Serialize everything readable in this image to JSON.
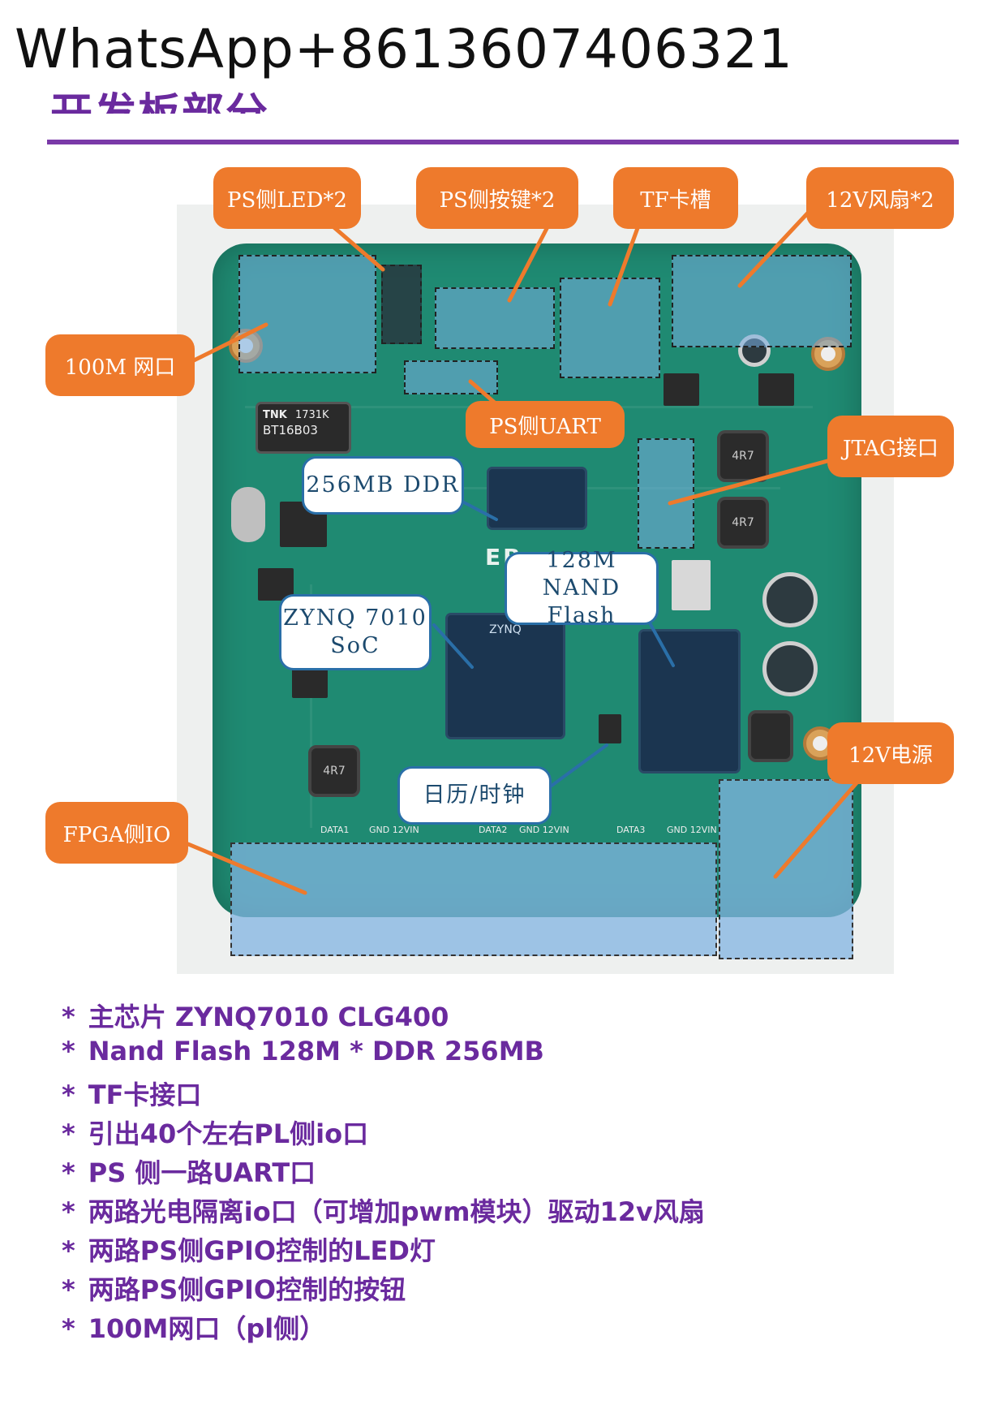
{
  "watermark": "WhatsApp+8613607406321",
  "section_title": "开发板部分",
  "callouts": {
    "ps_led": "PS侧LED*2",
    "ps_key": "PS侧按键*2",
    "tf_slot": "TF卡槽",
    "fan": "12V风扇*2",
    "ethernet": "100M 网口",
    "ps_uart": "PS侧UART",
    "jtag": "JTAG接口",
    "ddr": "256MB DDR",
    "nand_line1": "128M NAND",
    "nand_line2": "Flash",
    "zynq_line1": "ZYNQ 7010",
    "zynq_line2": "SoC",
    "power": "12V电源",
    "rtc": "日历/时钟",
    "fpga_io": "FPGA侧IO"
  },
  "board_labels": {
    "ic_brand": "TNK",
    "ic_code1": "1731K",
    "ic_code2": "BT16B03",
    "board_name": "EB",
    "chip_brand": "ZYNQ",
    "inductor1": "4R7",
    "inductor2": "4R7",
    "inductor3": "4R7",
    "hdr1": "DATA3",
    "hdr2": "DATA2",
    "hdr3": "DATA1",
    "gnd1": "GND 12VIN",
    "gnd2": "GND 12VIN",
    "gnd3": "GND 12VIN"
  },
  "features": [
    "主芯片 ZYNQ7010 CLG400",
    "Nand Flash 128M * DDR 256MB",
    "TF卡接口",
    "引出40个左右PL侧io口",
    "PS 侧一路UART口",
    "两路光电隔离io口（可增加pwm模块）驱动12v风扇",
    "两路PS侧GPIO控制的LED灯",
    "两路PS侧GPIO控制的按钮",
    "100M网口（pl侧）"
  ],
  "colors": {
    "accent_purple": "#6a2a9e",
    "callout_orange": "#ee7a2c",
    "pcb_green": "#1f8a72",
    "zone_blue": "#78afe1"
  }
}
